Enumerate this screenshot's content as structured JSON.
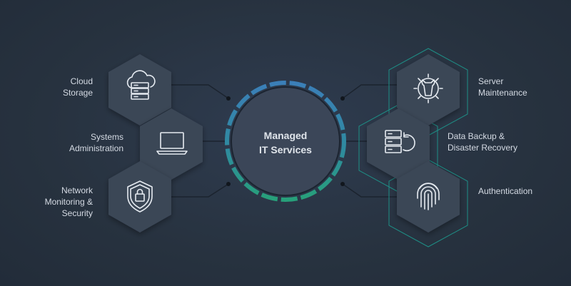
{
  "center": {
    "line1": "Managed",
    "line2": "IT Services"
  },
  "services_left": [
    {
      "line1": "Cloud",
      "line2": "Storage",
      "icon": "cloud-storage-icon"
    },
    {
      "line1": "Systems",
      "line2": "Administration",
      "icon": "laptop-icon"
    },
    {
      "line1": "Network",
      "line2": "Monitoring &",
      "line3": "Security",
      "icon": "shield-lock-icon"
    }
  ],
  "services_right": [
    {
      "line1": "Server",
      "line2": "Maintenance",
      "icon": "gear-wrench-icon"
    },
    {
      "line1": "Data Backup &",
      "line2": "Disaster Recovery",
      "icon": "server-backup-icon"
    },
    {
      "line1": "Authentication",
      "icon": "fingerprint-icon"
    }
  ],
  "colors": {
    "background": "#283446",
    "hexagon": "#3a4657",
    "ring_blue": "#3f7fb3",
    "ring_green": "#2b9a7d",
    "outline": "#1e8f86"
  }
}
